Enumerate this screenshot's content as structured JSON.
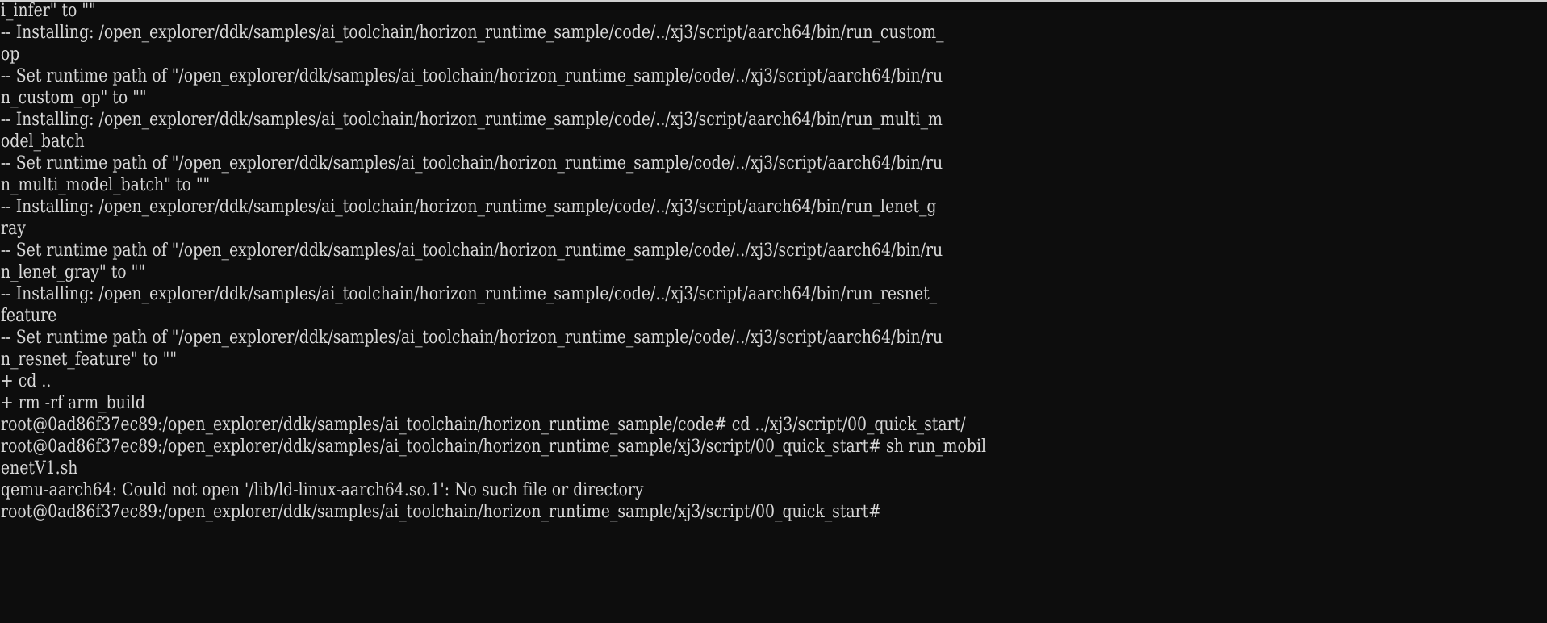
{
  "terminal": {
    "background_color": "#0d0d0d",
    "foreground_color": "#d8d8d8",
    "top_edge_color": "#cfcfcf",
    "host": "0ad86f37ec89",
    "user": "root",
    "columns": 135,
    "lines": [
      "i_infer\" to \"\"",
      "-- Installing: /open_explorer/ddk/samples/ai_toolchain/horizon_runtime_sample/code/../xj3/script/aarch64/bin/run_custom_",
      "op",
      "-- Set runtime path of \"/open_explorer/ddk/samples/ai_toolchain/horizon_runtime_sample/code/../xj3/script/aarch64/bin/ru",
      "n_custom_op\" to \"\"",
      "-- Installing: /open_explorer/ddk/samples/ai_toolchain/horizon_runtime_sample/code/../xj3/script/aarch64/bin/run_multi_m",
      "odel_batch",
      "-- Set runtime path of \"/open_explorer/ddk/samples/ai_toolchain/horizon_runtime_sample/code/../xj3/script/aarch64/bin/ru",
      "n_multi_model_batch\" to \"\"",
      "-- Installing: /open_explorer/ddk/samples/ai_toolchain/horizon_runtime_sample/code/../xj3/script/aarch64/bin/run_lenet_g",
      "ray",
      "-- Set runtime path of \"/open_explorer/ddk/samples/ai_toolchain/horizon_runtime_sample/code/../xj3/script/aarch64/bin/ru",
      "n_lenet_gray\" to \"\"",
      "-- Installing: /open_explorer/ddk/samples/ai_toolchain/horizon_runtime_sample/code/../xj3/script/aarch64/bin/run_resnet_",
      "feature",
      "-- Set runtime path of \"/open_explorer/ddk/samples/ai_toolchain/horizon_runtime_sample/code/../xj3/script/aarch64/bin/ru",
      "n_resnet_feature\" to \"\"",
      "+ cd ..",
      "+ rm -rf arm_build",
      "root@0ad86f37ec89:/open_explorer/ddk/samples/ai_toolchain/horizon_runtime_sample/code# cd ../xj3/script/00_quick_start/",
      "root@0ad86f37ec89:/open_explorer/ddk/samples/ai_toolchain/horizon_runtime_sample/xj3/script/00_quick_start# sh run_mobil",
      "enetV1.sh",
      "qemu-aarch64: Could not open '/lib/ld-linux-aarch64.so.1': No such file or directory",
      "root@0ad86f37ec89:/open_explorer/ddk/samples/ai_toolchain/horizon_runtime_sample/xj3/script/00_quick_start#"
    ]
  }
}
